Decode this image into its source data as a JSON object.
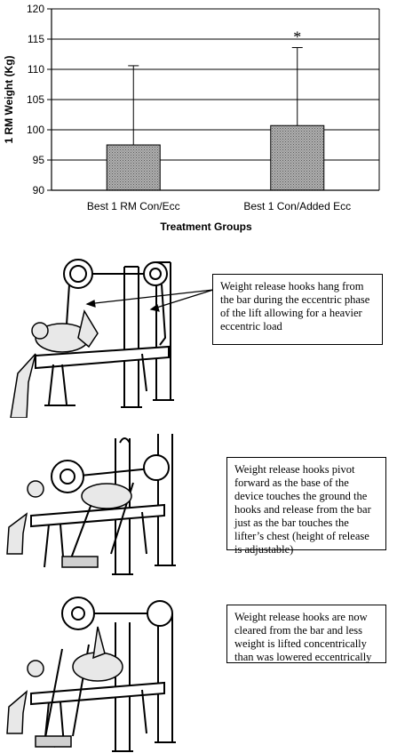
{
  "chart_data": {
    "type": "bar",
    "categories": [
      "Best 1 RM Con/Ecc",
      "Best 1 Con/Added Ecc"
    ],
    "values": [
      97.5,
      100.7
    ],
    "error_upper": [
      110.6,
      113.6
    ],
    "significance": [
      "",
      "*"
    ],
    "xlabel": "Treatment Groups",
    "ylabel": "1 RM Weight (Kg)",
    "ylim": [
      90,
      120
    ],
    "yticks": [
      "90",
      "95",
      "100",
      "105",
      "110",
      "115",
      "120"
    ],
    "grid": true,
    "bar_color": "#9a9a9a"
  },
  "panels": [
    {
      "caption": "Weight release hooks hang from the bar during the eccentric phase of the lift allowing for a heavier eccentric load"
    },
    {
      "caption": "Weight release hooks pivot forward as the base of the device touches the ground the hooks and release from the bar just as the bar touches the lifter’s chest (height of release is adjustable)"
    },
    {
      "caption": "Weight release hooks are now cleared from the bar and less weight is lifted concentrically than was lowered eccentrically"
    }
  ]
}
